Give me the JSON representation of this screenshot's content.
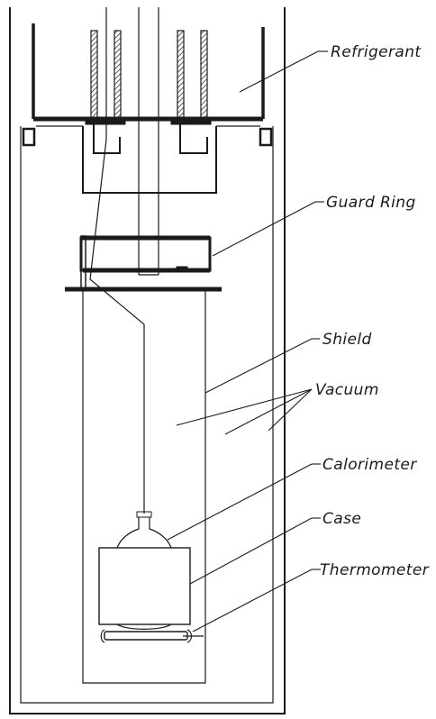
{
  "diagram": {
    "ink_color": "#1a1a1a",
    "background_color": "#ffffff",
    "labels": {
      "refrigerant": "Refrigerant",
      "guard_ring": "Guard Ring",
      "shield": "Shield",
      "vacuum": "Vacuum",
      "calorimeter": "Calorimeter",
      "case": "Case",
      "thermometer": "Thermometer"
    }
  }
}
